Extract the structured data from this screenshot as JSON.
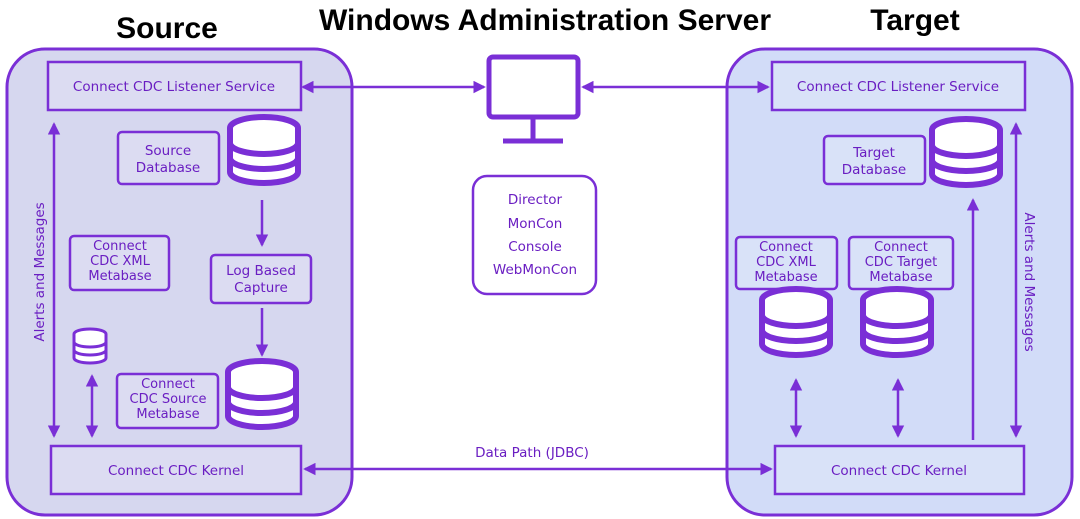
{
  "headings": {
    "source": "Source",
    "server": "Windows Administration Server",
    "target": "Target"
  },
  "source": {
    "listener": "Connect CDC Listener Service",
    "database": [
      "Source",
      "Database"
    ],
    "xml_metabase": [
      "Connect",
      "CDC XML",
      "Metabase"
    ],
    "log_capture": [
      "Log Based",
      "Capture"
    ],
    "source_metabase": [
      "Connect",
      "CDC Source",
      "Metabase"
    ],
    "kernel": "Connect CDC Kernel",
    "alerts": "Alerts and Messages"
  },
  "server": {
    "tools": [
      "Director",
      "MonCon",
      "Console",
      "WebMonCon"
    ],
    "monitor_icon": "monitor-icon"
  },
  "target": {
    "listener": "Connect CDC Listener Service",
    "database": [
      "Target",
      "Database"
    ],
    "xml_metabase": [
      "Connect",
      "CDC XML",
      "Metabase"
    ],
    "target_metabase": [
      "Connect",
      "CDC Target",
      "Metabase"
    ],
    "kernel": "Connect CDC Kernel",
    "alerts": "Alerts and Messages"
  },
  "data_path": "Data Path (JDBC)",
  "colors": {
    "accent": "#7a2fd6",
    "text": "#6a1ec2",
    "source_panel": "#d6d7ef",
    "target_panel": "#d2dcf8",
    "box_fill_source": "#dcdcf2",
    "box_fill_target": "#d9e2f8"
  }
}
